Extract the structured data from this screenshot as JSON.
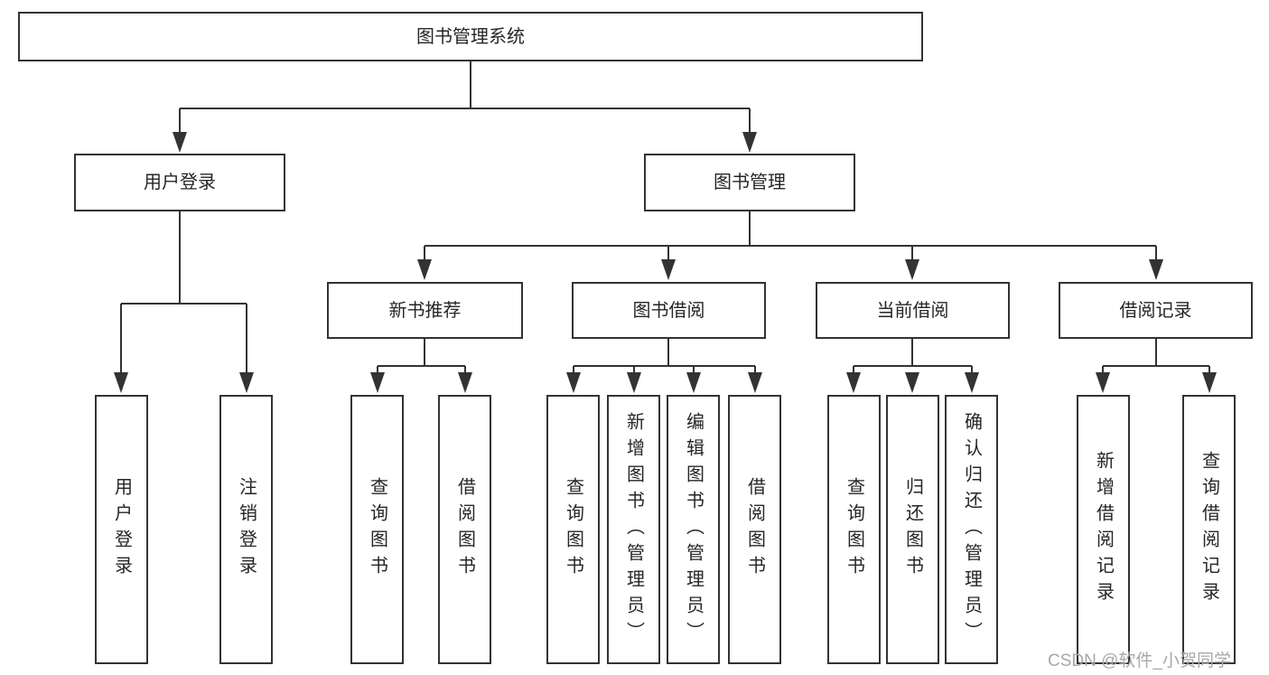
{
  "colors": {
    "line": "#333333",
    "box_border": "#333333",
    "box_fill": "#ffffff",
    "text": "#262626",
    "watermark": "#a8a8a8",
    "background": "#ffffff"
  },
  "watermark": {
    "text": "CSDN @软件_小贺同学"
  },
  "tree": {
    "label": "图书管理系统",
    "children": [
      {
        "label": "用户登录",
        "children": [
          {
            "label": "用户登录"
          },
          {
            "label": "注销登录"
          }
        ]
      },
      {
        "label": "图书管理",
        "children": [
          {
            "label": "新书推荐",
            "children": [
              {
                "label": "查询图书"
              },
              {
                "label": "借阅图书"
              }
            ]
          },
          {
            "label": "图书借阅",
            "children": [
              {
                "label": "查询图书"
              },
              {
                "label": "新增图书（管理员）"
              },
              {
                "label": "编辑图书（管理员）"
              },
              {
                "label": "借阅图书"
              }
            ]
          },
          {
            "label": "当前借阅",
            "children": [
              {
                "label": "查询图书"
              },
              {
                "label": "归还图书"
              },
              {
                "label": "确认归还（管理员）"
              }
            ]
          },
          {
            "label": "借阅记录",
            "children": [
              {
                "label": "新增借阅记录"
              },
              {
                "label": "查询借阅记录"
              }
            ]
          }
        ]
      }
    ]
  }
}
